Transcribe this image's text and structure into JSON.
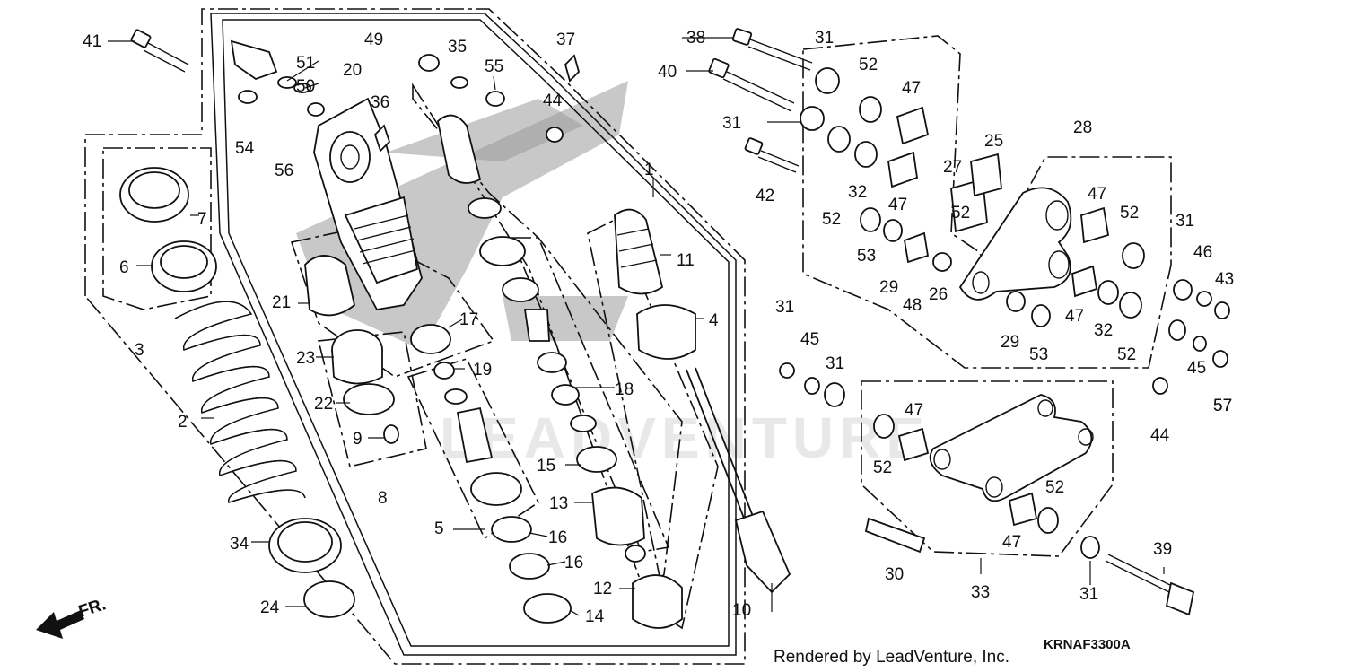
{
  "watermark": "LEADVENTURE",
  "credit": "Rendered by LeadVenture, Inc.",
  "diagram_code": "KRNAF3300A",
  "front_indicator": "FR.",
  "callouts": [
    "41",
    "51",
    "20",
    "50",
    "49",
    "35",
    "55",
    "37",
    "44",
    "38",
    "31",
    "40",
    "31",
    "42",
    "52",
    "47",
    "52",
    "32",
    "47",
    "52",
    "53",
    "29",
    "48",
    "26",
    "27",
    "25",
    "28",
    "47",
    "52",
    "31",
    "46",
    "43",
    "29",
    "53",
    "47",
    "32",
    "52",
    "44",
    "45",
    "57",
    "31",
    "45",
    "31",
    "57",
    "54",
    "56",
    "36",
    "7",
    "6",
    "3",
    "21",
    "17",
    "23",
    "22",
    "9",
    "8",
    "2",
    "34",
    "24",
    "19",
    "18",
    "15",
    "13",
    "16",
    "16",
    "12",
    "14",
    "5",
    "11",
    "4",
    "1",
    "10",
    "47",
    "52",
    "52",
    "47",
    "30",
    "33",
    "31",
    "39"
  ]
}
